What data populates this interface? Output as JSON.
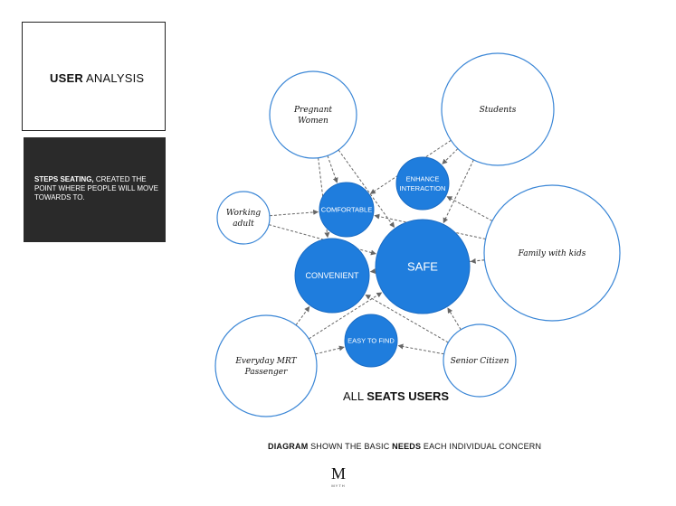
{
  "title": {
    "strong": "USER",
    "light": "ANALYSIS"
  },
  "note": {
    "strong": "STEPS SEATING,",
    "rest": "CREATED THE POINT WHERE PEOPLE WILL MOVE TOWARDS TO."
  },
  "users_caption": {
    "light": "ALL",
    "strong": "SEATS USERS"
  },
  "diagram_caption": {
    "part1_strong": "DIAGRAM",
    "part2": "SHOWN THE BASIC",
    "part3_strong": "NEEDS",
    "part4": "EACH INDIVIDUAL CONCERN"
  },
  "logo": {
    "letter": "M",
    "sub": "MYTH"
  },
  "colors": {
    "need_fill": "#1f7ddd",
    "need_stroke": "#1a6cc4",
    "user_stroke": "#3a86d6",
    "arrow": "#666666"
  },
  "users": [
    {
      "id": "pregnant",
      "lines": [
        "Pregnant",
        "Women"
      ]
    },
    {
      "id": "students",
      "lines": [
        "Students"
      ]
    },
    {
      "id": "working",
      "lines": [
        "Working",
        "adult"
      ]
    },
    {
      "id": "family",
      "lines": [
        "Family with kids"
      ]
    },
    {
      "id": "everyday",
      "lines": [
        "Everyday MRT",
        "Passenger"
      ]
    },
    {
      "id": "senior",
      "lines": [
        "Senior Citizen"
      ]
    }
  ],
  "needs": [
    {
      "id": "comfortable",
      "lines": [
        "COMFORTABLE"
      ]
    },
    {
      "id": "enhance",
      "lines": [
        "ENHANCE",
        "INTERACTION"
      ]
    },
    {
      "id": "convenient",
      "lines": [
        "CONVENIENT"
      ]
    },
    {
      "id": "safe",
      "lines": [
        "SAFE"
      ]
    },
    {
      "id": "easy",
      "lines": [
        "EASY TO FIND"
      ]
    }
  ],
  "links": [
    [
      "pregnant",
      "comfortable"
    ],
    [
      "pregnant",
      "convenient"
    ],
    [
      "pregnant",
      "safe"
    ],
    [
      "students",
      "enhance"
    ],
    [
      "students",
      "safe"
    ],
    [
      "students",
      "comfortable"
    ],
    [
      "working",
      "comfortable"
    ],
    [
      "working",
      "safe"
    ],
    [
      "family",
      "safe"
    ],
    [
      "family",
      "convenient"
    ],
    [
      "family",
      "enhance"
    ],
    [
      "family",
      "comfortable"
    ],
    [
      "everyday",
      "convenient"
    ],
    [
      "everyday",
      "easy"
    ],
    [
      "everyday",
      "safe"
    ],
    [
      "senior",
      "easy"
    ],
    [
      "senior",
      "safe"
    ],
    [
      "senior",
      "convenient"
    ]
  ]
}
